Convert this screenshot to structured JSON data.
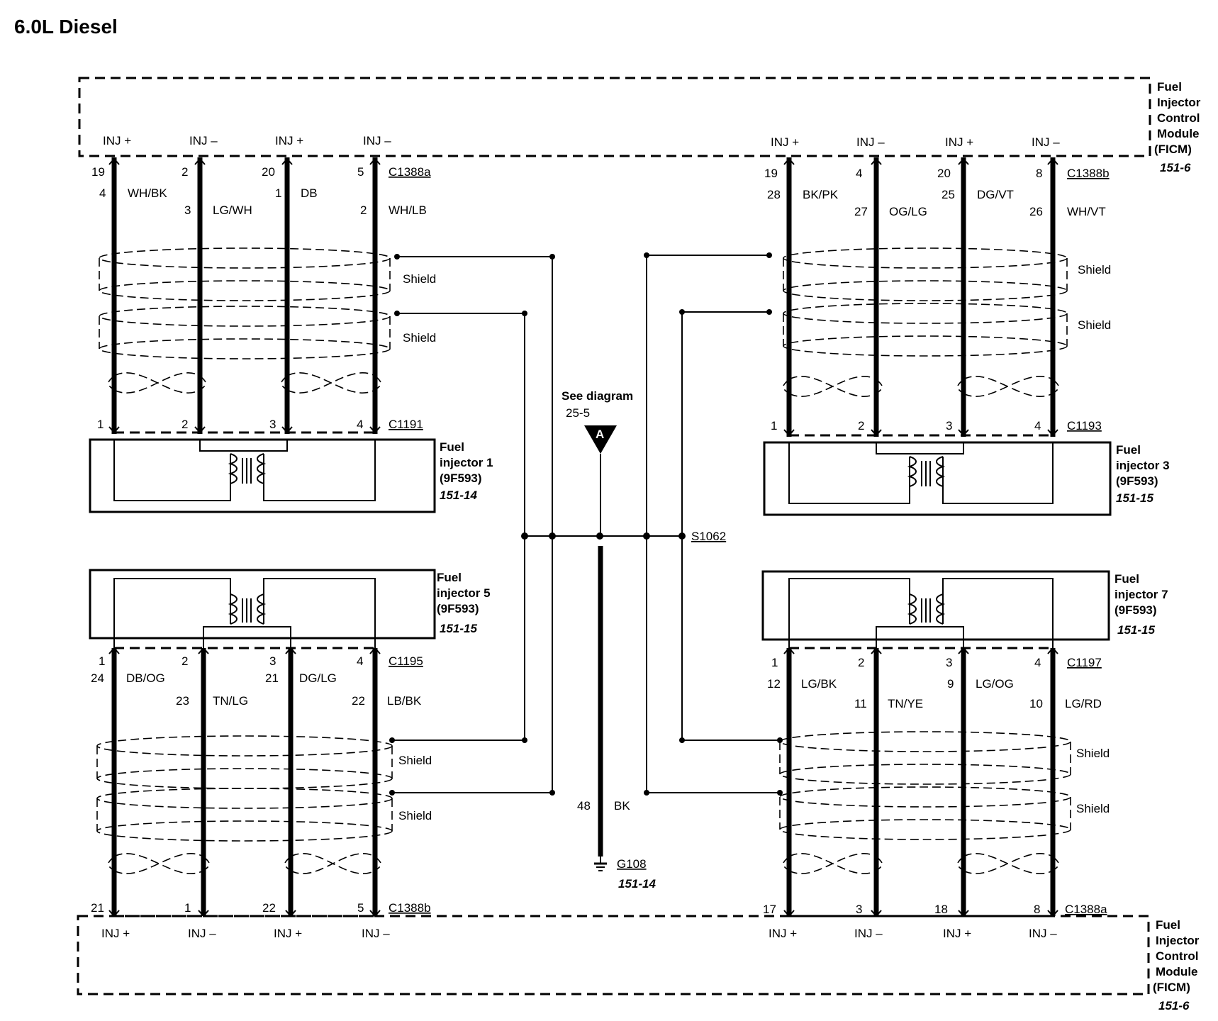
{
  "title": "6.0L Diesel",
  "ficm_top": {
    "lines": [
      "Fuel",
      "Injector",
      "Control",
      "Module",
      "(FICM)"
    ],
    "ref": "151-6",
    "left_connector": "C1388a",
    "right_connector": "C1388b",
    "left_pins": [
      {
        "label": "INJ +",
        "pin": "19"
      },
      {
        "label": "INJ –",
        "pin": "2"
      },
      {
        "label": "INJ +",
        "pin": "20"
      },
      {
        "label": "INJ –",
        "pin": "5"
      }
    ],
    "right_pins": [
      {
        "label": "INJ +",
        "pin": "19"
      },
      {
        "label": "INJ –",
        "pin": "4"
      },
      {
        "label": "INJ +",
        "pin": "20"
      },
      {
        "label": "INJ –",
        "pin": "8"
      }
    ]
  },
  "ficm_bottom": {
    "lines": [
      "Fuel",
      "Injector",
      "Control",
      "Module",
      "(FICM)"
    ],
    "ref": "151-6",
    "left_connector": "C1388b",
    "right_connector": "C1388a",
    "left_pins": [
      {
        "label": "INJ +",
        "pin": "21"
      },
      {
        "label": "INJ –",
        "pin": "1"
      },
      {
        "label": "INJ +",
        "pin": "22"
      },
      {
        "label": "INJ –",
        "pin": "5"
      }
    ],
    "right_pins": [
      {
        "label": "INJ +",
        "pin": "17"
      },
      {
        "label": "INJ –",
        "pin": "3"
      },
      {
        "label": "INJ +",
        "pin": "18"
      },
      {
        "label": "INJ –",
        "pin": "8"
      }
    ]
  },
  "wires_top_left": [
    {
      "circuit": "4",
      "color": "WH/BK"
    },
    {
      "circuit": "3",
      "color": "LG/WH"
    },
    {
      "circuit": "1",
      "color": "DB"
    },
    {
      "circuit": "2",
      "color": "WH/LB"
    }
  ],
  "wires_top_right": [
    {
      "circuit": "28",
      "color": "BK/PK"
    },
    {
      "circuit": "27",
      "color": "OG/LG"
    },
    {
      "circuit": "25",
      "color": "DG/VT"
    },
    {
      "circuit": "26",
      "color": "WH/VT"
    }
  ],
  "wires_bottom_left": [
    {
      "circuit": "24",
      "color": "DB/OG"
    },
    {
      "circuit": "23",
      "color": "TN/LG"
    },
    {
      "circuit": "21",
      "color": "DG/LG"
    },
    {
      "circuit": "22",
      "color": "LB/BK"
    }
  ],
  "wires_bottom_right": [
    {
      "circuit": "12",
      "color": "LG/BK"
    },
    {
      "circuit": "11",
      "color": "TN/YE"
    },
    {
      "circuit": "9",
      "color": "LG/OG"
    },
    {
      "circuit": "10",
      "color": "LG/RD"
    }
  ],
  "injector_pins": [
    "1",
    "2",
    "3",
    "4"
  ],
  "injectors": {
    "inj1": {
      "lines": [
        "Fuel",
        "injector 1",
        "(9F593)"
      ],
      "ref": "151-14",
      "connector": "C1191"
    },
    "inj3": {
      "lines": [
        "Fuel",
        "injector 3",
        "(9F593)"
      ],
      "ref": "151-15",
      "connector": "C1193"
    },
    "inj5": {
      "lines": [
        "Fuel",
        "injector 5",
        "(9F593)"
      ],
      "ref": "151-15",
      "connector": "C1195"
    },
    "inj7": {
      "lines": [
        "Fuel",
        "injector 7",
        "(9F593)"
      ],
      "ref": "151-15",
      "connector": "C1197"
    }
  },
  "shield_label": "Shield",
  "see_diagram": {
    "line1": "See diagram",
    "line2": "25-5",
    "marker": "A"
  },
  "splice": "S1062",
  "ground": {
    "circuit": "48",
    "color": "BK",
    "id": "G108",
    "ref": "151-14"
  }
}
